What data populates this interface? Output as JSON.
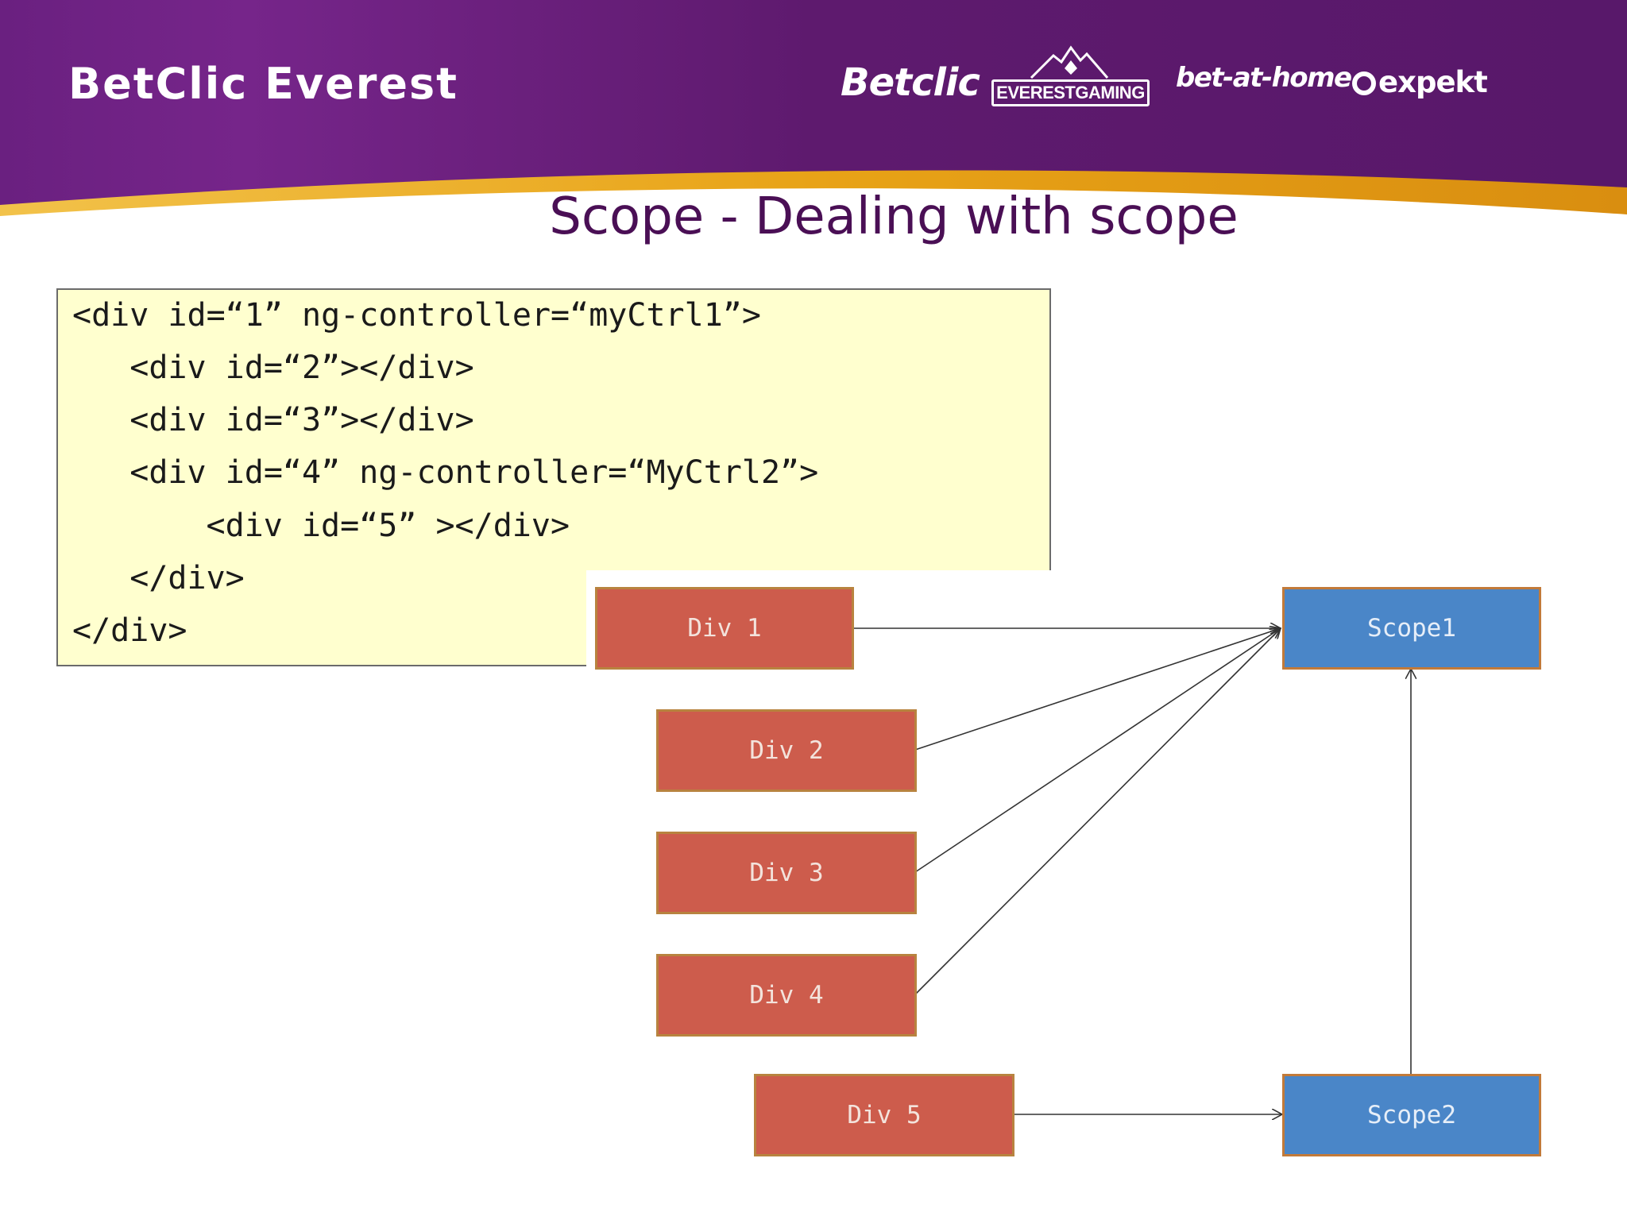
{
  "header": {
    "brand_title": "BetClic Everest",
    "logos": [
      "Betclic",
      "EVERESTGAMING",
      "bet-at-home",
      "expekt"
    ],
    "banner_color": "#5e1a6e",
    "accent_color": "#e8a317"
  },
  "slide": {
    "title": "Scope - Dealing with scope",
    "title_color": "#4a0f55"
  },
  "code": {
    "background": "#ffffcf",
    "lines": [
      "<div id=“1” ng-controller=“myCtrl1”>",
      "   <div id=“2”></div>",
      "   <div id=“3”></div>",
      "   <div id=“4” ng-controller=“MyCtrl2”>",
      "      <div id=“5” ></div>",
      "   </div>",
      "</div>"
    ]
  },
  "diagram": {
    "div_color": "#cd5c4c",
    "scope_color": "#4a86c8",
    "divs": [
      "Div 1",
      "Div 2",
      "Div 3",
      "Div 4",
      "Div 5"
    ],
    "scopes": [
      "Scope1",
      "Scope2"
    ],
    "edges": [
      {
        "from": "Div 1",
        "to": "Scope1"
      },
      {
        "from": "Div 2",
        "to": "Scope1"
      },
      {
        "from": "Div 3",
        "to": "Scope1"
      },
      {
        "from": "Div 4",
        "to": "Scope1"
      },
      {
        "from": "Div 5",
        "to": "Scope2"
      },
      {
        "from": "Scope2",
        "to": "Scope1"
      }
    ]
  }
}
